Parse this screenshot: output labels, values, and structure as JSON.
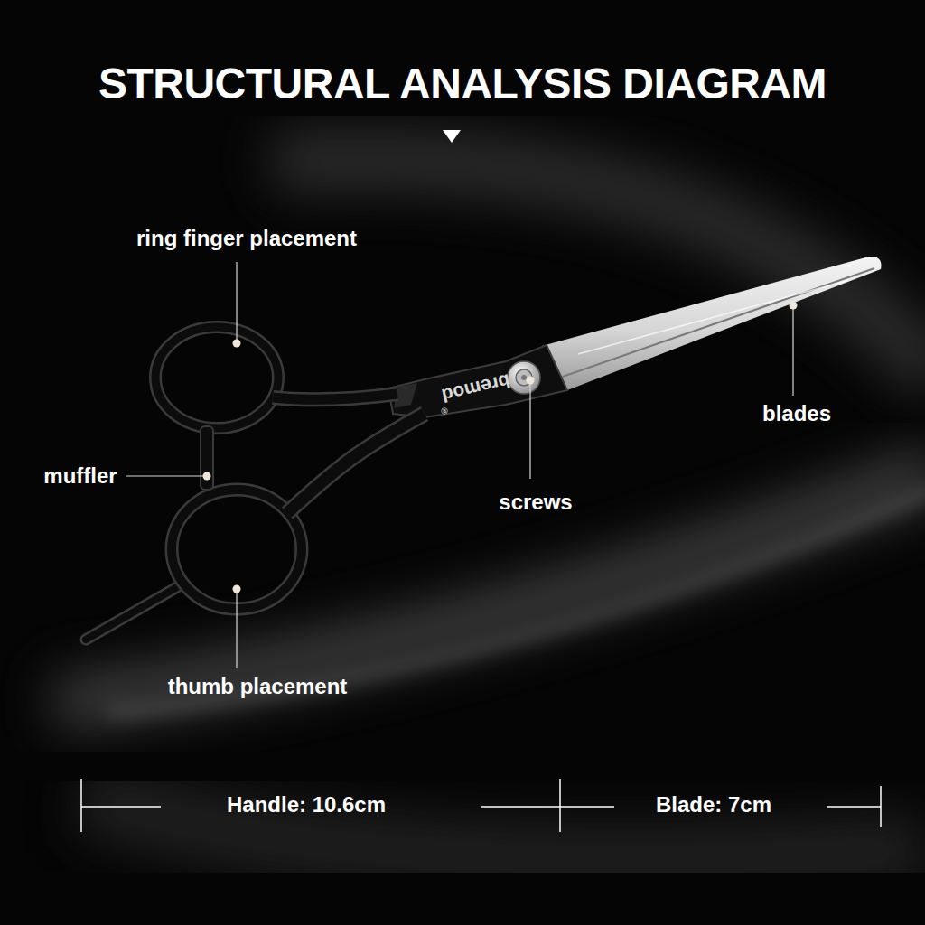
{
  "diagram": {
    "title": "STRUCTURAL ANALYSIS DIAGRAM",
    "labels": [
      "ring finger placement",
      "muffler",
      "screws",
      "blades",
      "thumb placement",
      "bremod",
      "®",
      "Handle: 10.6cm",
      "Blade: 7cm"
    ]
  }
}
